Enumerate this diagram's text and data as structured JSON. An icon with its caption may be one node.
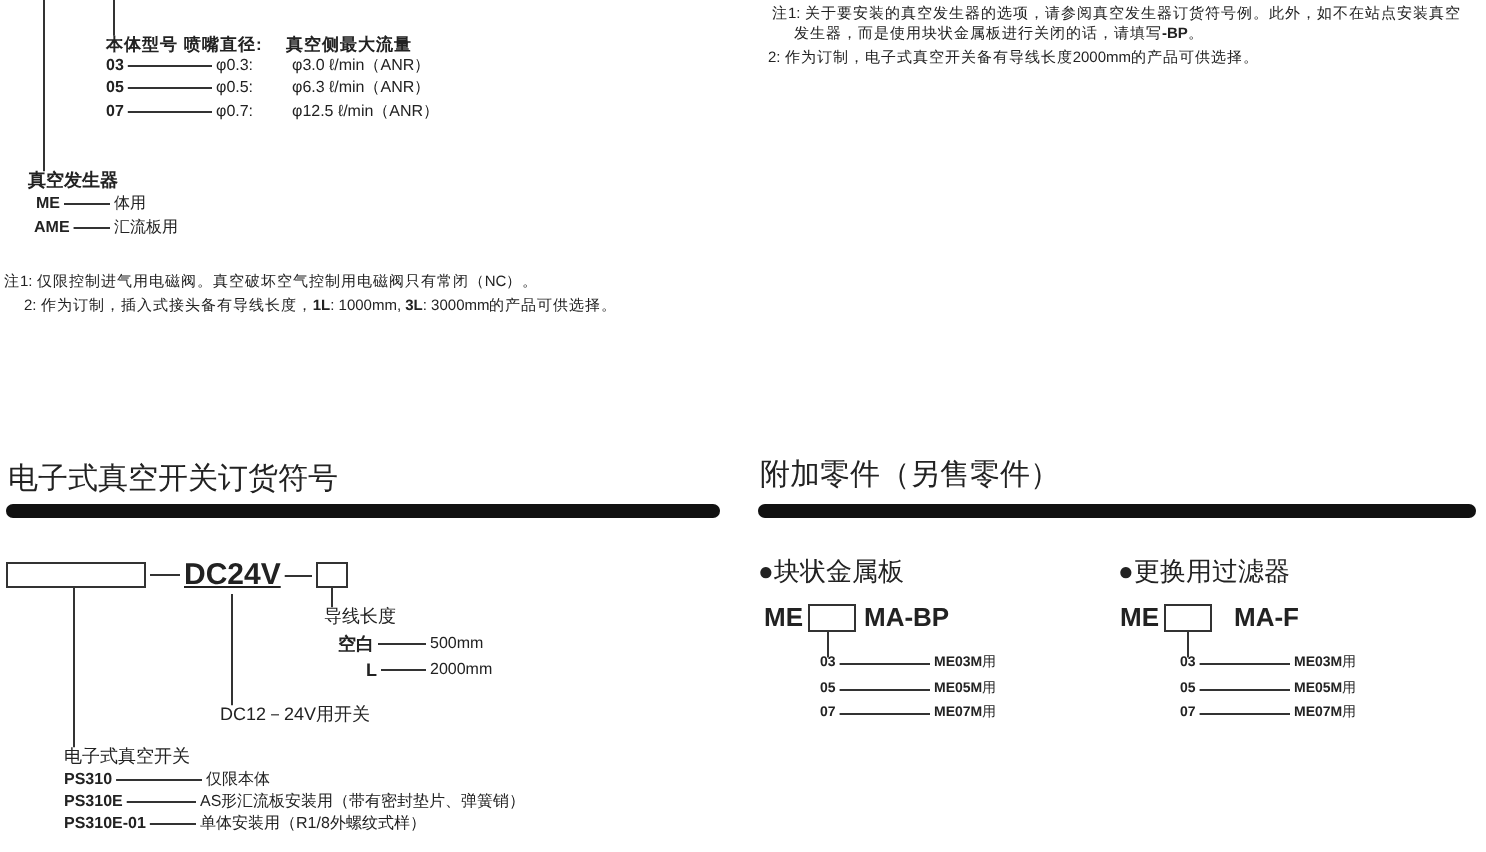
{
  "diagram": {
    "nodes": [
      {
        "text": [
          "本体型号"
        ]
      },
      {
        "text": [
          "03"
        ]
      },
      {
        "text": [
          "φ0.3:"
        ]
      },
      {
        "text": [
          "05"
        ]
      },
      {
        "text": [
          "φ0.5:"
        ]
      },
      {
        "text": [
          "07"
        ]
      },
      {
        "text": [
          "φ0.7:"
        ]
      },
      {
        "text": [
          "真空发生器"
        ]
      },
      {
        "text": [
          "ME"
        ]
      },
      {
        "text": [
          "体用"
        ]
      },
      {
        "text": [
          "AME"
        ]
      },
      {
        "text": [
          "汇流板用"
        ]
      },
      {
        "text": [],
        "shape": "box"
      },
      {
        "text": [
          "DC24V"
        ]
      },
      {
        "text": [],
        "shape": "box"
      },
      {
        "text": [
          "导线长度"
        ]
      },
      {
        "text": [
          "空白"
        ]
      },
      {
        "text": [
          "500mm"
        ]
      },
      {
        "text": [
          "L"
        ]
      },
      {
        "text": [
          "2000mm"
        ]
      },
      {
        "text": [
          "DC12－24V用开关"
        ]
      },
      {
        "text": [
          "电子式真空开关"
        ]
      },
      {
        "text": [
          "PS310"
        ]
      },
      {
        "text": [
          "仅限本体"
        ]
      },
      {
        "text": [
          "PS310E"
        ]
      },
      {
        "text": [
          "AS形汇流板安装用（带有密封垫片、弹簧销）"
        ]
      },
      {
        "text": [
          "PS310E-01"
        ]
      },
      {
        "text": [
          "单体安装用（R1/8外螺纹式样）"
        ]
      },
      {
        "text": [],
        "shape": "box",
        "beside": [
          "ME",
          "MA-BP"
        ]
      },
      {
        "text": [
          "03"
        ]
      },
      {
        "text": [
          "**ME03M**用"
        ]
      },
      {
        "text": [
          "05"
        ]
      },
      {
        "text": [
          "**ME05M**用"
        ]
      },
      {
        "text": [
          "07"
        ]
      },
      {
        "text": [
          "**ME07M**用"
        ]
      },
      {
        "text": [],
        "shape": "box",
        "beside": [
          "ME",
          "MA-F"
        ]
      },
      {
        "text": [
          "03"
        ]
      },
      {
        "text": [
          "**ME03M**用"
        ]
      },
      {
        "text": [
          "05"
        ]
      },
      {
        "text": [
          "**ME05M**用"
        ]
      },
      {
        "text": [
          "07"
        ]
      },
      {
        "text": [
          "**ME07M**用"
        ]
      }
    ],
    "edges": [
      {
        "from": null,
        "to": 0,
        "arrow": "none"
      },
      {
        "from": 1,
        "to": 2,
        "arrow": "none"
      },
      {
        "from": 3,
        "to": 4,
        "arrow": "none"
      },
      {
        "from": 5,
        "to": 6,
        "arrow": "none"
      },
      {
        "from": null,
        "to": 7,
        "arrow": "none"
      },
      {
        "from": 8,
        "to": 9,
        "arrow": "none"
      },
      {
        "from": 10,
        "to": 11,
        "arrow": "none"
      },
      {
        "from": 12,
        "to": 13,
        "arrow": "none"
      },
      {
        "from": 13,
        "to": 14,
        "arrow": "none"
      },
      {
        "from": 14,
        "to": 15,
        "arrow": "none"
      },
      {
        "from": 16,
        "to": 17,
        "arrow": "none"
      },
      {
        "from": 18,
        "to": 19,
        "arrow": "none"
      },
      {
        "from": 13,
        "to": 20,
        "arrow": "none"
      },
      {
        "from": 12,
        "to": 21,
        "arrow": "none"
      },
      {
        "from": 22,
        "to": 23,
        "arrow": "none"
      },
      {
        "from": 24,
        "to": 25,
        "arrow": "none"
      },
      {
        "from": 26,
        "to": 27,
        "arrow": "none"
      },
      {
        "from": 28,
        "to": 29,
        "arrow": "none"
      },
      {
        "from": 29,
        "to": 30,
        "arrow": "none"
      },
      {
        "from": 31,
        "to": 32,
        "arrow": "none"
      },
      {
        "from": 33,
        "to": 34,
        "arrow": "none"
      },
      {
        "from": 35,
        "to": 36,
        "arrow": "none"
      },
      {
        "from": 36,
        "to": 37,
        "arrow": "none"
      },
      {
        "from": 38,
        "to": 39,
        "arrow": "none"
      },
      {
        "from": 40,
        "to": 41,
        "arrow": "none"
      }
    ],
    "labels": [
      "喷嘴直径:",
      "真空侧最大流量",
      "φ3.0 ℓ/min（ANR）",
      "φ6.3 ℓ/min（ANR）",
      "φ12.5 ℓ/min（ANR）",
      "注1: 仅限控制进气用电磁阀。真空破坏空气控制用电磁阀只有常闭（NC）。",
      "2: 作为订制，插入式接头备有导线长度，**1L**: 1000mm, **3L**: 3000mm的产品可供选择。",
      "注1: 关于要安装的真空发生器的选项，请参阅真空发生器订货符号例。此外，如不在站点安装真空发生器，而是使用块状金属板进行关闭的话，请填写**-BP**。",
      "2: 作为订制，电子式真空开关备有导线长度2000mm的产品可供选择。",
      "电子式真空开关订货符号",
      "附加零件（另售零件）",
      "●块状金属板",
      "●更换用过滤器"
    ]
  }
}
